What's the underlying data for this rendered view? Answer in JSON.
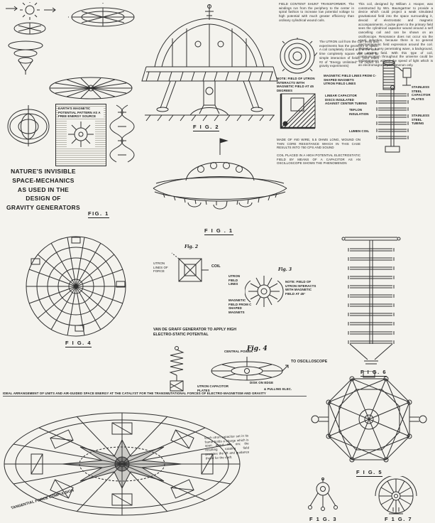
{
  "top_left": {
    "box_title": "EARTH'S MAGNETIC POTENTIAL PATTERN AS A FREE ENERGY SOURCE",
    "caption": "NATURE'S INVISIBLE\nSPACE-MECHANICS\nAS USED IN THE\nDESIGN OF\nGRAVITY GENERATORS",
    "fig_label": "FIG. 1"
  },
  "fig2_top": {
    "label": "F I G. 2"
  },
  "fig1_top": {
    "label": "F I G . 1"
  },
  "top_right": {
    "para_transformer": "FIELD CONTENT SHUNT TRANSFORMER. The windings run from the periphery to the center in spiral fashion to increase low potential voltage to high potential with much greater efficiency than ordinary cylindrical wound coils.",
    "para_hooper": "This coil, designed by William J. Hooper, was constructed by Wm. Baumgartner to provide a device which could project a weak simulated gravitational field into the space surrounding it, devoid of electrostatic and magnetic accompaniments. A pulse given to the primary field sees the cylindrical capacitor wound around a self cancelling coil and can be shown on an oscilloscope. Resonance does not occur via the usual induction, because there is no general electromagnetic field expression around the coil. Therefore, a very penetrating wave, a background, the anxiety field. With this type of coil, communication throughout the universe could be instantaneous without the speed of light which is an electromagnetic phenomenon only.",
    "para_utron": "The UTRON coil from the Carr levity disc experiments has the geometry of space. A coil completely closed and at the same time completely square was tested for simple interaction of fields. (See Index #2 of \"Energy Unlimited\" for report on gravity experiments)",
    "note45": "NOTE: FIELD OF UTRON INTERACTS WITH MAGNETIC FIELD AT 45 DEGREES",
    "magnetic_lines": "MAGNETIC FIELD LINES FROM C-SHAPED MAGNETS",
    "utron_lines": "UTRON FIELD LINES",
    "linear_cap": "LINEAR CAPACITOR DISCS INSULATED AGAINST CENTER TUBING",
    "ss_plates": "STAINLESS STEEL CAPACITOR PLATES",
    "teflon": "TEFLON INSULATION",
    "ss_tubing": "STAINLESS STEEL TUBING",
    "lumen_coil": "LUMEN COIL",
    "para_wire": "MADE OF #40 WIRE, 5.5 OHMS LONG, WOUND ON THIN CORE RESISTANCE WHICH IN THIS CASE RESULTS INTO 750 CPS AND SOUND",
    "para_coil_placed": "COIL PLACED IN A HIGH POTENTIAL ELECTROSTATIC FIELD BY MEANS OF A CAPACITOR AS AN OSCILLOSCOPE SHOWS THE PHENOMENON"
  },
  "fig4": {
    "label": "F I G. 4"
  },
  "fig2_mid": {
    "label": "Fig. 2",
    "coil": "COIL",
    "side_note": "UTRON LINES OF FORCE"
  },
  "fig3_mid": {
    "label": "Fig. 3",
    "utron_lines": "UTRON FIELD LINES",
    "magnetic": "MAGNETIC FIELD FROM C SHAPED MAGNETS",
    "note": "NOTE: FIELD OF UTRON INTERACTS WITH MAGNETIC FIELD AT 45°"
  },
  "fig6": {
    "label": "F I G. 6"
  },
  "vdg": {
    "header": "VAN DE GRAFF GENERATOR TO APPLY HIGH ELECTRO-STATIC POTENTIAL",
    "fig_label": "Fig. 4",
    "central_power": "CENTRAL POWER",
    "to_scope": "TO OSCILLOSCOPE",
    "cap_plates": "UTRON CAPACITOR PLATES",
    "disk_on_edge": "DISK ON EDGE",
    "pulling": "& PULLING ELEC."
  },
  "bottom_left": {
    "caption": "IDEAL ARRANGEMENT OF UNITS AND AIR-GUIDED SPACE ENERGY AT THE CATALYST FOR THE TRANSMUTATIONAL FORCES OF ELECTRO-MAGNETISM AND GRAVITY",
    "note": "Each utron capacitor set in its frame holds a charge which is spun about the rim; the resulting rotating field provides the lift and guidance thrust for the craft.",
    "tangential": "TANGENTIAL FORCE COMPULSION"
  },
  "fig5": {
    "label": "F I G. 5"
  },
  "fig3_bottom": {
    "label": "F 1 G. 3"
  },
  "fig7": {
    "label": "F 1 G. 7"
  }
}
